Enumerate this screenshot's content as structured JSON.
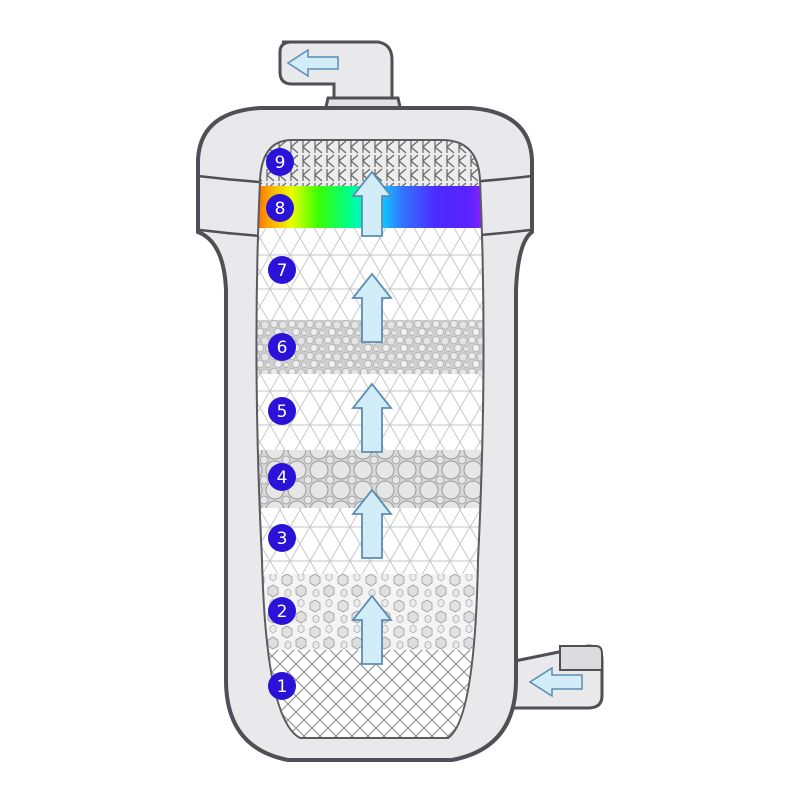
{
  "diagram": {
    "outlet_port": {
      "flow_arrow": "arrow-left-icon"
    },
    "inlet_port": {
      "flow_arrow": "arrow-left-icon"
    },
    "flow_icon": "arrow-up-icon",
    "colors": {
      "housing_fill": "#e9e9eb",
      "housing_stroke": "#4f4f55",
      "chamber_fill": "#ffffff",
      "badge_fill": "#2a12d8",
      "arrow_fill": "#d2ecf8",
      "arrow_stroke": "#5a8db5",
      "pattern_stroke": "#8d8d8d"
    },
    "layers": [
      {
        "number": "1",
        "pattern": "crosshatch"
      },
      {
        "number": "2",
        "pattern": "hexagon-granules"
      },
      {
        "number": "3",
        "pattern": "triangle-mesh"
      },
      {
        "number": "4",
        "pattern": "circle-balls"
      },
      {
        "number": "5",
        "pattern": "triangle-mesh"
      },
      {
        "number": "6",
        "pattern": "small-beads"
      },
      {
        "number": "7",
        "pattern": "triangle-mesh"
      },
      {
        "number": "8",
        "pattern": "spectrum"
      },
      {
        "number": "9",
        "pattern": "k-mesh"
      }
    ]
  }
}
